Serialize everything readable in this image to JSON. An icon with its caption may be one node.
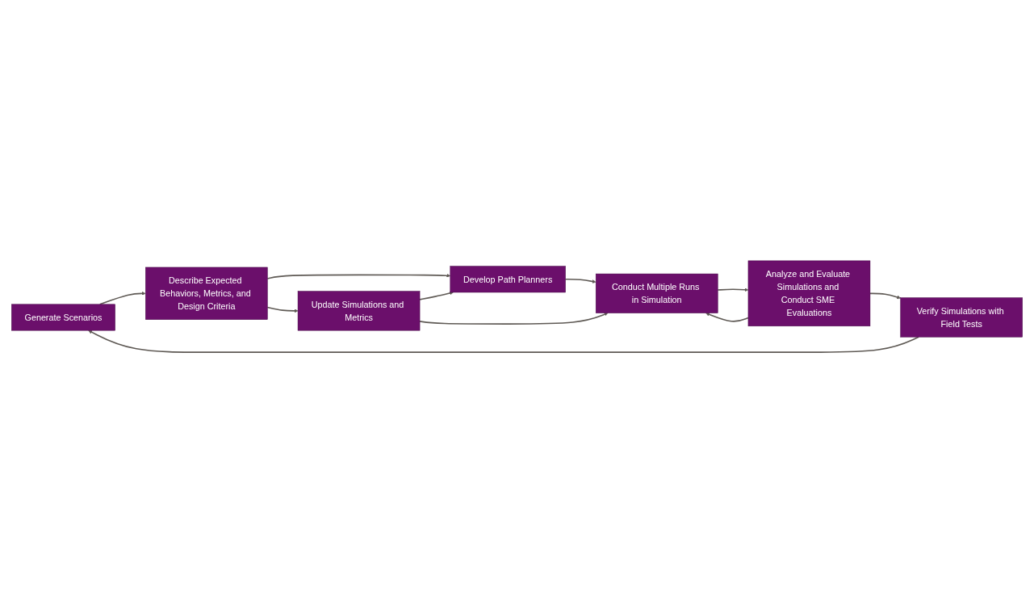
{
  "diagram": {
    "nodes": [
      {
        "text": [
          "Generate Scenarios"
        ]
      },
      {
        "text": [
          "Describe Expected Behaviors, Metrics, and Design Criteria"
        ]
      },
      {
        "text": [
          "Develop Path Planners"
        ]
      },
      {
        "text": [
          "Update Simulations and Metrics"
        ]
      },
      {
        "text": [
          "Conduct Multiple Runs in Simulation"
        ]
      },
      {
        "text": [
          "Analyze and Evaluate Simulations and Conduct SME Evaluations"
        ]
      },
      {
        "text": [
          "Verify Simulations with Field Tests"
        ]
      }
    ],
    "edges": [
      {
        "from": 0,
        "to": 1,
        "arrow": "to"
      },
      {
        "from": 1,
        "to": 2,
        "arrow": "to"
      },
      {
        "from": 1,
        "to": 3,
        "arrow": "to"
      },
      {
        "from": 3,
        "to": 2,
        "arrow": "to"
      },
      {
        "from": 2,
        "to": 4,
        "arrow": "to"
      },
      {
        "from": 3,
        "to": 4,
        "arrow": "to"
      },
      {
        "from": 4,
        "to": 5,
        "arrow": "to"
      },
      {
        "from": 5,
        "to": 4,
        "arrow": "to"
      },
      {
        "from": 5,
        "to": 6,
        "arrow": "to"
      },
      {
        "from": 6,
        "to": 0,
        "arrow": "to"
      }
    ]
  }
}
